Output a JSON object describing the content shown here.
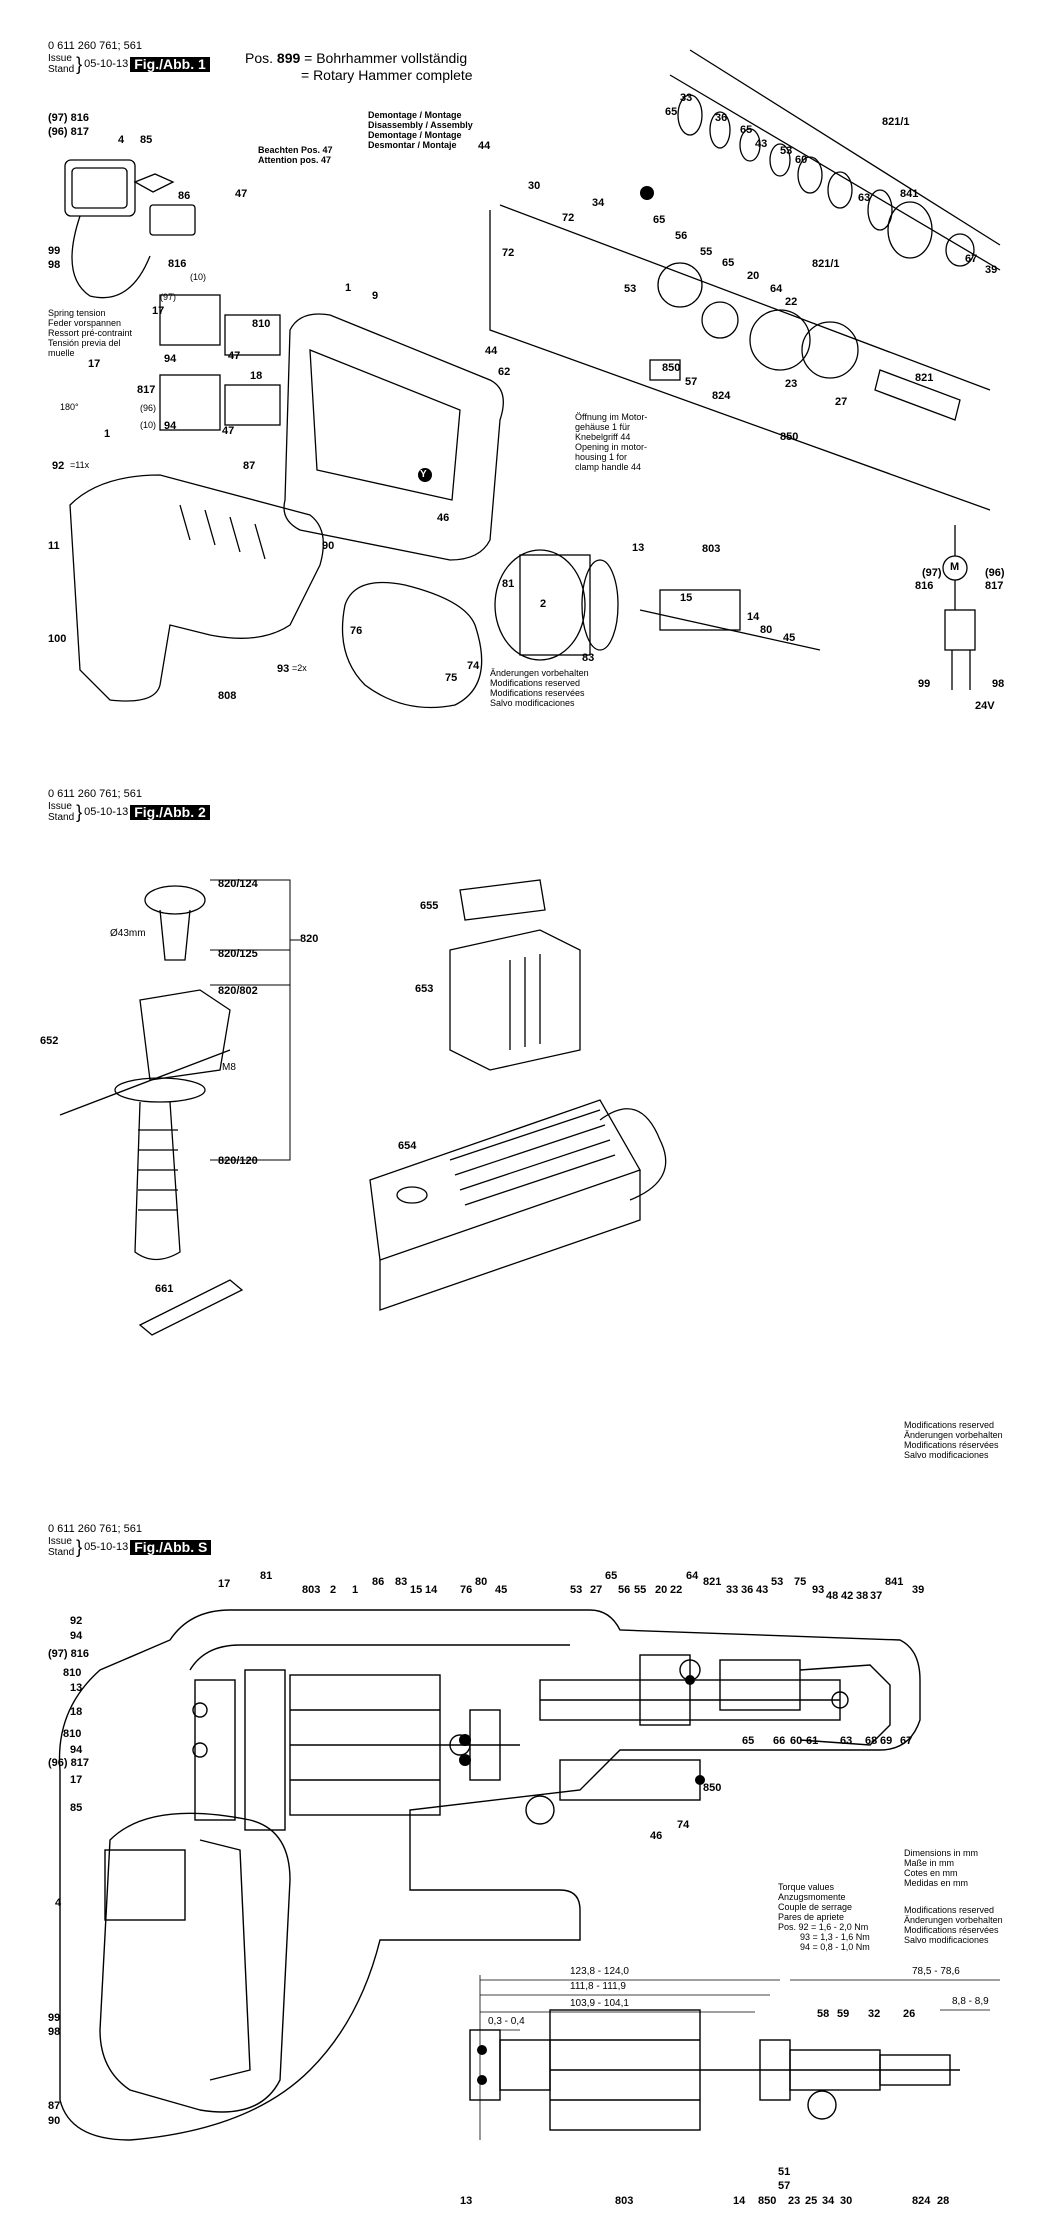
{
  "sheets": [
    {
      "part_number": "0 611 260 761; 561",
      "issue_label": "Issue",
      "stand_label": "Stand",
      "date": "05-10-13",
      "fig": "Fig./Abb. 1"
    },
    {
      "part_number": "0 611 260 761; 561",
      "issue_label": "Issue",
      "stand_label": "Stand",
      "date": "05-10-13",
      "fig": "Fig./Abb. 2"
    },
    {
      "part_number": "0 611 260 761; 561",
      "issue_label": "Issue",
      "stand_label": "Stand",
      "date": "05-10-13",
      "fig": "Fig./Abb. S"
    }
  ],
  "fig1": {
    "pos_label": "Pos.",
    "pos_number": "899",
    "pos_de": "= Bohrhammer vollständig",
    "pos_en": "= Rotary Hammer complete",
    "montage": [
      "Demontage / Montage",
      "Disassembly / Assembly",
      "Demontage / Montage",
      "Desmontar / Montaje"
    ],
    "beachten": [
      "Beachten Pos. 47",
      "Attention pos. 47"
    ],
    "spring": [
      "Spring tension",
      "Feder vorspannen",
      "Ressort pré-contraint",
      "Tensión previa del",
      "muelle"
    ],
    "opening": [
      "Öffnung im Motor-",
      "gehäuse 1 für",
      "Knebelgriff 44",
      "Opening in motor-",
      "housing 1 for",
      "clamp handle 44"
    ],
    "changes": [
      "Änderungen vorbehalten",
      "Modifications reserved",
      "Modifications reservées",
      "Salvo modificaciones"
    ],
    "voltage": "24V",
    "labels": [
      {
        "t": "(97) 816"
      },
      {
        "t": "(96) 817"
      },
      {
        "t": "4"
      },
      {
        "t": "85"
      },
      {
        "t": "86"
      },
      {
        "t": "99"
      },
      {
        "t": "98"
      },
      {
        "t": "816"
      },
      {
        "t": "(10)"
      },
      {
        "t": "(97)"
      },
      {
        "t": "17"
      },
      {
        "t": "810"
      },
      {
        "t": "94"
      },
      {
        "t": "18"
      },
      {
        "t": "47"
      },
      {
        "t": "817"
      },
      {
        "t": "(96)"
      },
      {
        "t": "(10)"
      },
      {
        "t": "94"
      },
      {
        "t": "47"
      },
      {
        "t": "17"
      },
      {
        "t": "180°"
      },
      {
        "t": "1"
      },
      {
        "t": "92"
      },
      {
        "t": "=11x"
      },
      {
        "t": "11"
      },
      {
        "t": "100"
      },
      {
        "t": "808"
      },
      {
        "t": "9"
      },
      {
        "t": "1"
      },
      {
        "t": "87"
      },
      {
        "t": "90"
      },
      {
        "t": "46"
      },
      {
        "t": "76"
      },
      {
        "t": "75"
      },
      {
        "t": "74"
      },
      {
        "t": "93"
      },
      {
        "t": "=2x"
      },
      {
        "t": "47"
      },
      {
        "t": "44"
      },
      {
        "t": "30"
      },
      {
        "t": "72"
      },
      {
        "t": "72"
      },
      {
        "t": "34"
      },
      {
        "t": "Y"
      },
      {
        "t": "44"
      },
      {
        "t": "62"
      },
      {
        "t": "Y"
      },
      {
        "t": "81"
      },
      {
        "t": "2"
      },
      {
        "t": "83"
      },
      {
        "t": "13"
      },
      {
        "t": "803"
      },
      {
        "t": "15"
      },
      {
        "t": "14"
      },
      {
        "t": "80"
      },
      {
        "t": "45"
      },
      {
        "t": "33"
      },
      {
        "t": "65"
      },
      {
        "t": "36"
      },
      {
        "t": "65"
      },
      {
        "t": "43"
      },
      {
        "t": "53"
      },
      {
        "t": "60"
      },
      {
        "t": "821/1"
      },
      {
        "t": "63"
      },
      {
        "t": "841"
      },
      {
        "t": "67"
      },
      {
        "t": "39"
      },
      {
        "t": "Y"
      },
      {
        "t": "65"
      },
      {
        "t": "56"
      },
      {
        "t": "55"
      },
      {
        "t": "53"
      },
      {
        "t": "65"
      },
      {
        "t": "20"
      },
      {
        "t": "64"
      },
      {
        "t": "22"
      },
      {
        "t": "821/1"
      },
      {
        "t": "850"
      },
      {
        "t": "57"
      },
      {
        "t": "824"
      },
      {
        "t": "23"
      },
      {
        "t": "821"
      },
      {
        "t": "27"
      },
      {
        "t": "850"
      },
      {
        "t": "(97)"
      },
      {
        "t": "816"
      },
      {
        "t": "(96)"
      },
      {
        "t": "817"
      },
      {
        "t": "99"
      },
      {
        "t": "98"
      },
      {
        "t": "M"
      }
    ]
  },
  "fig2": {
    "diameter": "Ø43mm",
    "thread": "M8",
    "labels": [
      {
        "t": "820/124"
      },
      {
        "t": "820/125"
      },
      {
        "t": "820"
      },
      {
        "t": "820/802"
      },
      {
        "t": "652"
      },
      {
        "t": "820/120"
      },
      {
        "t": "661"
      },
      {
        "t": "655"
      },
      {
        "t": "653"
      },
      {
        "t": "654"
      }
    ],
    "changes": [
      "Modifications reserved",
      "Änderungen vorbehalten",
      "Modifications réservées",
      "Salvo modificaciones"
    ]
  },
  "figS": {
    "dims": [
      "Dimensions in mm",
      "Maße in mm",
      "Cotes en mm",
      "Medidas en mm"
    ],
    "torque_head": [
      "Torque values",
      "Anzugsmomente",
      "Couple de serrage",
      "Pares de apriete"
    ],
    "torque_rows": [
      "Pos. 92 = 1,6 - 2,0 Nm",
      "93 = 1,3 - 1,6 Nm",
      "94 = 0,8 - 1,0 Nm"
    ],
    "changes": [
      "Modifications reserved",
      "Änderungen vorbehalten",
      "Modifications réservées",
      "Salvo modificaciones"
    ],
    "dim_values": [
      "123,8 - 124,0",
      "111,8 - 111,9",
      "103,9 - 104,1",
      "0,3 - 0,4",
      "78,5 - 78,6",
      "8,8 - 8,9"
    ],
    "labels": [
      {
        "t": "17"
      },
      {
        "t": "81"
      },
      {
        "t": "803"
      },
      {
        "t": "2"
      },
      {
        "t": "1"
      },
      {
        "t": "86"
      },
      {
        "t": "83"
      },
      {
        "t": "15"
      },
      {
        "t": "14"
      },
      {
        "t": "76"
      },
      {
        "t": "80"
      },
      {
        "t": "45"
      },
      {
        "t": "53"
      },
      {
        "t": "27"
      },
      {
        "t": "65"
      },
      {
        "t": "56"
      },
      {
        "t": "55"
      },
      {
        "t": "20"
      },
      {
        "t": "22"
      },
      {
        "t": "64"
      },
      {
        "t": "821"
      },
      {
        "t": "33"
      },
      {
        "t": "36"
      },
      {
        "t": "43"
      },
      {
        "t": "53"
      },
      {
        "t": "75"
      },
      {
        "t": "93"
      },
      {
        "t": "48"
      },
      {
        "t": "42"
      },
      {
        "t": "38"
      },
      {
        "t": "37"
      },
      {
        "t": "841"
      },
      {
        "t": "39"
      },
      {
        "t": "92"
      },
      {
        "t": "94"
      },
      {
        "t": "(97) 816"
      },
      {
        "t": "810"
      },
      {
        "t": "13"
      },
      {
        "t": "18"
      },
      {
        "t": "810"
      },
      {
        "t": "(96) 817"
      },
      {
        "t": "94"
      },
      {
        "t": "17"
      },
      {
        "t": "85"
      },
      {
        "t": "4"
      },
      {
        "t": "99"
      },
      {
        "t": "98"
      },
      {
        "t": "87"
      },
      {
        "t": "90"
      },
      {
        "t": "65"
      },
      {
        "t": "66"
      },
      {
        "t": "60"
      },
      {
        "t": "61"
      },
      {
        "t": "63"
      },
      {
        "t": "68"
      },
      {
        "t": "69"
      },
      {
        "t": "67"
      },
      {
        "t": "850"
      },
      {
        "t": "46"
      },
      {
        "t": "74"
      },
      {
        "t": "58"
      },
      {
        "t": "59"
      },
      {
        "t": "32"
      },
      {
        "t": "26"
      },
      {
        "t": "13"
      },
      {
        "t": "803"
      },
      {
        "t": "14"
      },
      {
        "t": "850"
      },
      {
        "t": "51"
      },
      {
        "t": "57"
      },
      {
        "t": "23"
      },
      {
        "t": "25"
      },
      {
        "t": "34"
      },
      {
        "t": "30"
      },
      {
        "t": "824"
      },
      {
        "t": "28"
      }
    ]
  }
}
